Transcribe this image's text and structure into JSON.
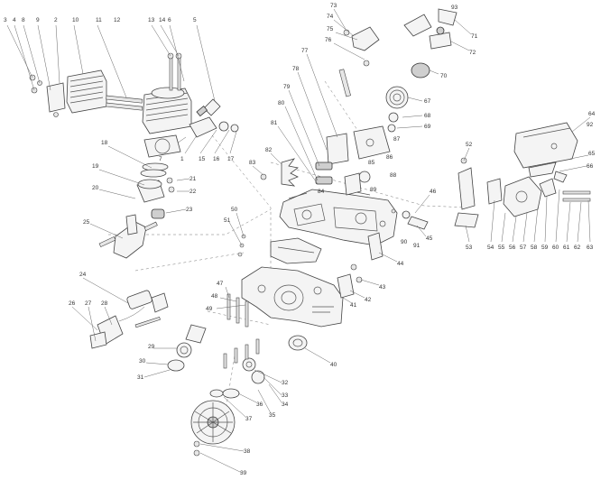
{
  "labels": {
    "l1": "3",
    "l2": "4",
    "l3": "8",
    "l4": "9",
    "l5": "2",
    "l6": "10",
    "l7": "11",
    "l8": "12",
    "l9": "13",
    "l10": "14",
    "l11": "6",
    "l12": "5",
    "l13": "7",
    "l14": "1",
    "l15": "15",
    "l16": "16",
    "l17": "17",
    "l18": "18",
    "l19": "19",
    "l20": "20",
    "l21": "21",
    "l22": "22",
    "l23": "23",
    "l24": "25",
    "l25": "24",
    "l26": "26",
    "l27": "27",
    "l28": "28",
    "l29": "29",
    "l30": "30",
    "l31": "31",
    "l32": "32",
    "l33": "33",
    "l34": "34",
    "l35": "35",
    "l36": "36",
    "l37": "37",
    "l38": "38",
    "l39": "39",
    "l40": "40",
    "l41": "41",
    "l42": "42",
    "l43": "43",
    "l44": "44",
    "l45": "45",
    "l46": "46",
    "l47": "47",
    "l48": "48",
    "l49": "49",
    "l50": "50",
    "l51": "51",
    "l52": "52",
    "l53": "53",
    "l54": "54",
    "l55": "55",
    "l56": "56",
    "l57": "57",
    "l58": "58",
    "l59": "59",
    "l60": "60",
    "l61": "61",
    "l62": "62",
    "l63": "63",
    "l64": "64",
    "l65": "65",
    "l66": "66",
    "l67": "67",
    "l68": "68",
    "l69": "69",
    "l70": "70",
    "l71": "71",
    "l72": "72",
    "l73": "73",
    "l74": "74",
    "l75": "75",
    "l76": "76",
    "l77": "77",
    "l78": "78",
    "l79": "79",
    "l80": "80",
    "l81": "81",
    "l82": "82",
    "l83": "83",
    "l84": "84",
    "l85": "85",
    "l86": "86",
    "l87": "87",
    "l88": "88",
    "l89": "89",
    "l90": "90",
    "l91": "91",
    "l92": "92",
    "l93": "93"
  }
}
